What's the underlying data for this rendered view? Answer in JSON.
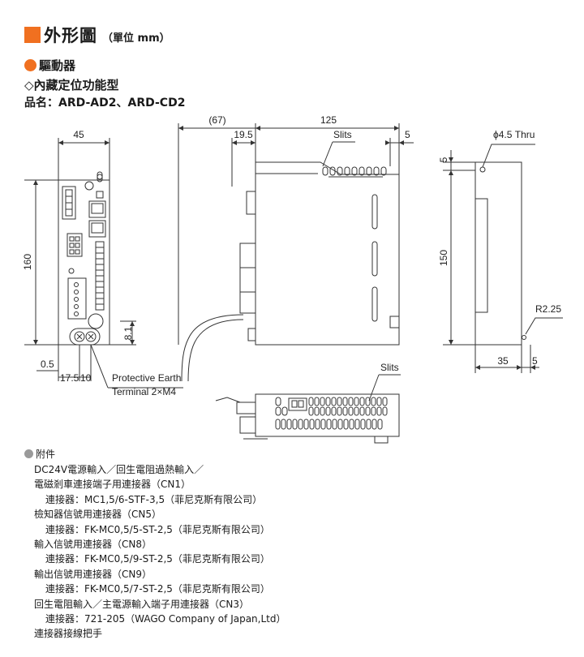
{
  "header": {
    "title": "外形圖",
    "unit": "（單位 mm）",
    "section": "驅動器",
    "function": "◇內藏定位功能型",
    "product": "品名：ARD-AD2、ARD-CD2"
  },
  "dimensions": {
    "front_width": "45",
    "height": "160",
    "offset_left": "0.5",
    "offset_17_5": "17.5",
    "offset_10": "10",
    "pe_height": "8.1",
    "pe_label_1": "Protective Earth",
    "pe_label_2": "Terminal 2×M4",
    "side_67": "(67)",
    "side_125": "125",
    "side_19_5": "19.5",
    "side_5": "5",
    "slits_top": "Slits",
    "slits_bottom": "Slits",
    "hole": "ϕ4.5 Thru",
    "rear_5_top": "5",
    "rear_150": "150",
    "rear_r": "R2.25",
    "rear_35": "35",
    "rear_5_bottom": "5"
  },
  "accessories": {
    "heading": "附件",
    "items": [
      "DC24V電源輸入／回生電阻過熱輸入／",
      "電磁剎車連接端子用連接器（CN1）",
      "連接器：MC1,5/6-STF-3,5（菲尼克斯有限公司）",
      "檢知器信號用連接器（CN5）",
      "連接器：FK-MC0,5/5-ST-2,5（菲尼克斯有限公司）",
      "輸入信號用連接器（CN8）",
      "連接器：FK-MC0,5/9-ST-2,5（菲尼克斯有限公司）",
      "輸出信號用連接器（CN9）",
      "連接器：FK-MC0,5/7-ST-2,5（菲尼克斯有限公司）",
      "回生電阻輸入／主電源輸入端子用連接器（CN3）",
      "連接器：721-205（WAGO Company of Japan,Ltd）",
      "連接器接線把手"
    ]
  }
}
